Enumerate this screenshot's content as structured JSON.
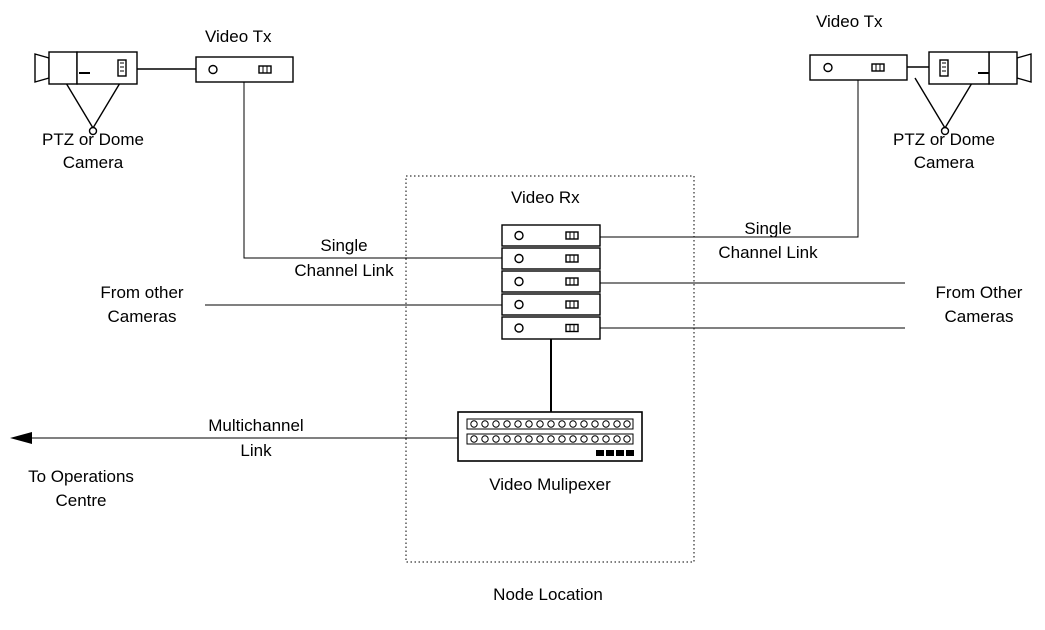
{
  "diagram": {
    "left_camera": {
      "label_line1": "PTZ or Dome",
      "label_line2": "Camera",
      "icon": "ptz-camera-icon"
    },
    "right_camera": {
      "label_line1": "PTZ or Dome",
      "label_line2": "Camera",
      "icon": "ptz-camera-icon"
    },
    "left_tx": {
      "label": "Video Tx",
      "icon": "video-transmitter-icon"
    },
    "right_tx": {
      "label": "Video Tx",
      "icon": "video-transmitter-icon"
    },
    "left_link": {
      "line1": "Single",
      "line2": "Channel Link"
    },
    "right_link": {
      "line1": "Single",
      "line2": "Channel Link"
    },
    "rx": {
      "label": "Video Rx",
      "unit_count": 5,
      "icon": "video-receiver-rack-icon"
    },
    "left_other": {
      "line1": "From other",
      "line2": "Cameras"
    },
    "right_other": {
      "line1": "From Other",
      "line2": "Cameras"
    },
    "multiplexer": {
      "label": "Video Mulipexer",
      "icon": "video-multiplexer-icon"
    },
    "multichannel_link": {
      "line1": "Multichannel",
      "line2": "Link"
    },
    "operations": {
      "line1": "To Operations",
      "line2": "Centre",
      "icon": "arrow-left-icon"
    },
    "node": {
      "label": "Node Location"
    }
  }
}
